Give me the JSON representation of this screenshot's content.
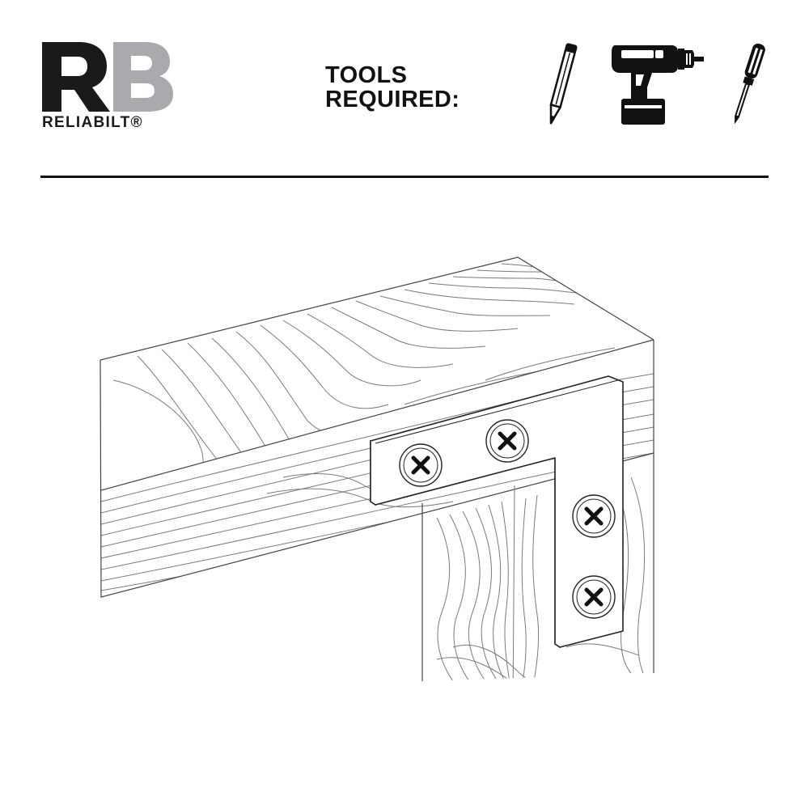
{
  "header": {
    "logo_monogram": "RB",
    "brand_name": "RELIABILT®",
    "tools_title_line1": "TOOLS",
    "tools_title_line2": "REQUIRED:"
  },
  "tools": [
    {
      "icon": "pencil-icon"
    },
    {
      "icon": "cordless-drill-icon"
    },
    {
      "icon": "screwdriver-icon"
    }
  ],
  "colors": {
    "ink": "#111111",
    "logo_dark": "#1a1a1a",
    "logo_gray": "#a9aaad",
    "wood_grain": "#7a7a7a"
  },
  "illustration": {
    "subject": "flat-corner-bracket-installation",
    "screw_count": 4
  }
}
